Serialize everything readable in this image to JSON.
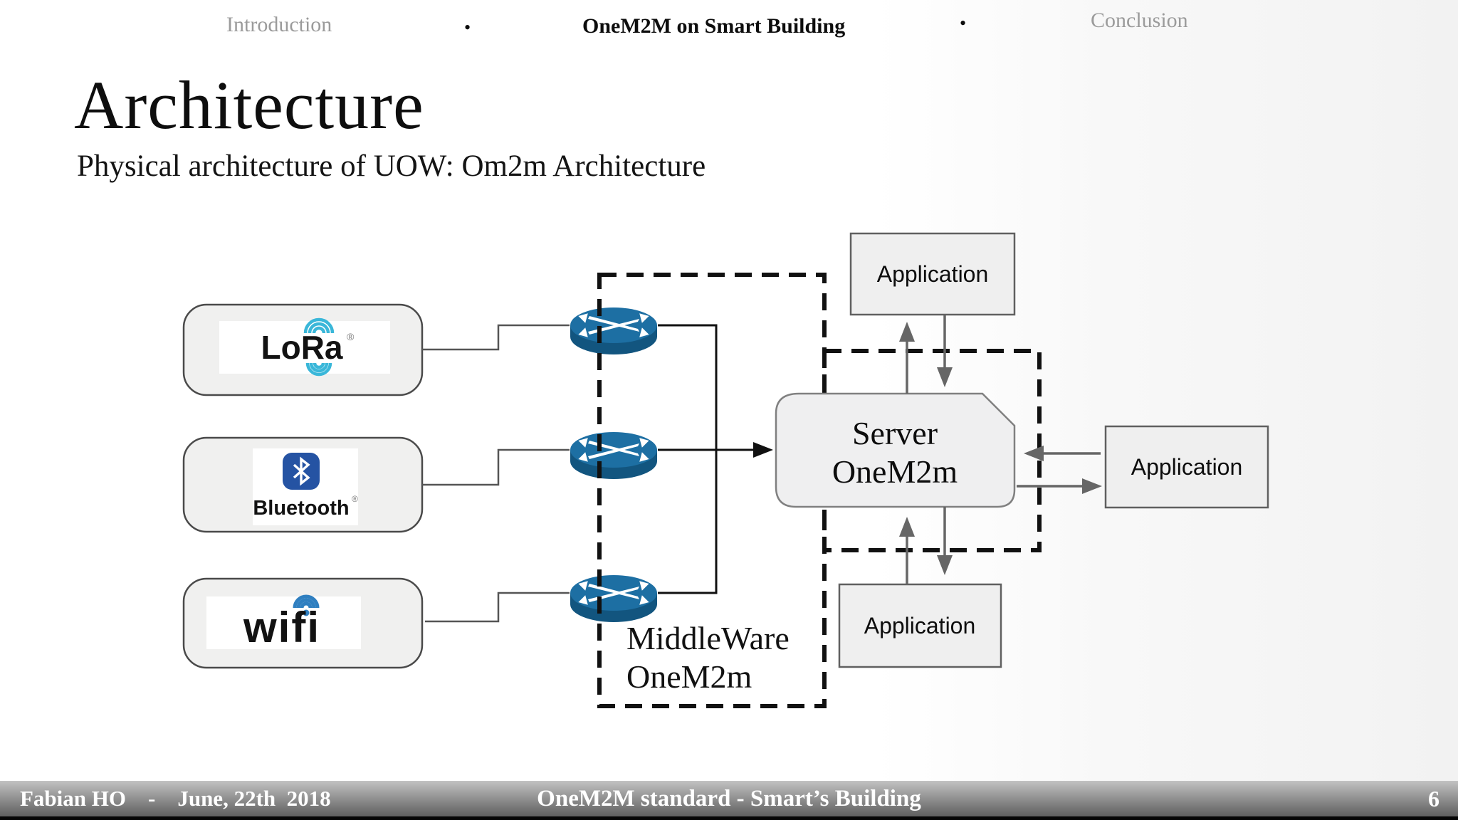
{
  "nav": {
    "separator": "•",
    "items": [
      "Introduction",
      "OneM2M on Smart Building",
      "Conclusion"
    ]
  },
  "slide": {
    "title": "Architecture",
    "subtitle": "Physical architecture of UOW: Om2m Architecture"
  },
  "diagram": {
    "devices": {
      "lora": {
        "label": "LoRa",
        "trademark": "®"
      },
      "bluetooth": {
        "label": "Bluetooth",
        "trademark": "®"
      },
      "wifi": {
        "label": "wifi"
      }
    },
    "middleware": {
      "line1": "MiddleWare",
      "line2": "OneM2m"
    },
    "server": {
      "line1": "Server",
      "line2": "OneM2m"
    },
    "applications": [
      "Application",
      "Application",
      "Application"
    ],
    "icons": {
      "router": "network-router-cylinder",
      "lora_waves": "signal-arcs",
      "bluetooth_rune": "bluetooth-rune",
      "wifi_waves": "wifi-arcs"
    }
  },
  "footer": {
    "left": "Fabian HO    -    June, 22th  2018",
    "center": "OneM2M standard - Smart’s Building",
    "page": "6"
  },
  "colors": {
    "router_blue": "#1d6fa3",
    "router_blue_dark": "#12557f",
    "lora_cyan": "#3ab7d9",
    "bluetooth_blue": "#2553a3",
    "wifi_blue": "#2f7fc0",
    "box_fill": "#f0f0ef",
    "dashed_line": "#111111",
    "arrow_gray": "#666666",
    "footer_top": "#c2c2c2",
    "footer_bottom": "#5f5f5f"
  }
}
